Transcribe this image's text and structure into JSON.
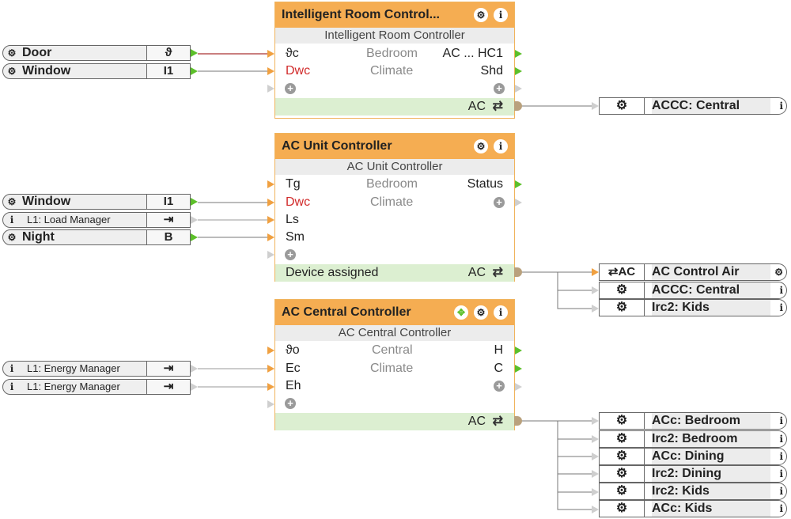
{
  "blocks": [
    {
      "title": "Intelligent  Room  Control...",
      "subtitle": "Intelligent Room Controller",
      "inputs": [
        "ϑc",
        "Dwc"
      ],
      "room": "Bedroom",
      "category": "Climate",
      "outputs": [
        "AC ... HC1",
        "Shd"
      ],
      "footer_label": "",
      "footer_port": "AC"
    },
    {
      "title": "AC Unit Controller",
      "subtitle": "AC Unit Controller",
      "inputs": [
        "Tg",
        "Dwc",
        "Ls",
        "Sm"
      ],
      "room": "Bedroom",
      "category": "Climate",
      "outputs": [
        "Status"
      ],
      "footer_label": "Device assigned",
      "footer_port": "AC"
    },
    {
      "title": "AC Central Controller",
      "subtitle": "AC Central Controller",
      "inputs": [
        "ϑo",
        "Ec",
        "Eh"
      ],
      "room": "Central",
      "category": "Climate",
      "outputs": [
        "H",
        "C"
      ],
      "footer_label": "",
      "footer_port": "AC"
    }
  ],
  "sources": [
    {
      "name": "Door",
      "value": "ϑ",
      "icon": "gear-icon"
    },
    {
      "name": "Window",
      "value": "I1",
      "icon": "gear-icon"
    },
    {
      "name": "Window",
      "value": "I1",
      "icon": "gear-icon"
    },
    {
      "name": "L1: Load Manager",
      "value": "⇥",
      "icon": "info-icon"
    },
    {
      "name": "Night",
      "value": "B",
      "icon": "gear-icon"
    },
    {
      "name": "L1: Energy Manager",
      "value": "⇥",
      "icon": "info-icon"
    },
    {
      "name": "L1: Energy Manager",
      "value": "⇥",
      "icon": "info-icon"
    }
  ],
  "destinations": [
    {
      "type": "⚙",
      "name": "ACCC: Central",
      "icon": "info-icon"
    },
    {
      "type": "⇄AC",
      "name": "AC Control Air",
      "icon": "gear-icon"
    },
    {
      "type": "⚙",
      "name": "ACCC: Central",
      "icon": "info-icon"
    },
    {
      "type": "⚙",
      "name": "Irc2: Kids",
      "icon": "info-icon"
    },
    {
      "type": "⚙",
      "name": "ACc: Bedroom",
      "icon": "info-icon"
    },
    {
      "type": "⚙",
      "name": "Irc2: Bedroom",
      "icon": "info-icon"
    },
    {
      "type": "⚙",
      "name": "ACc: Dining",
      "icon": "info-icon"
    },
    {
      "type": "⚙",
      "name": "Irc2: Dining",
      "icon": "info-icon"
    },
    {
      "type": "⚙",
      "name": "Irc2: Kids",
      "icon": "info-icon"
    },
    {
      "type": "⚙",
      "name": "ACc: Kids",
      "icon": "info-icon"
    }
  ],
  "glyphs": {
    "gear": "⚙",
    "info": "i",
    "plus": "+",
    "swap": "⇄",
    "move": "✥"
  },
  "colors": {
    "header": "#f5ad52",
    "footer": "#dcefd1",
    "active_port": "#5cbf2a",
    "input_port": "#f0a040",
    "alert": "#d12a2a"
  }
}
